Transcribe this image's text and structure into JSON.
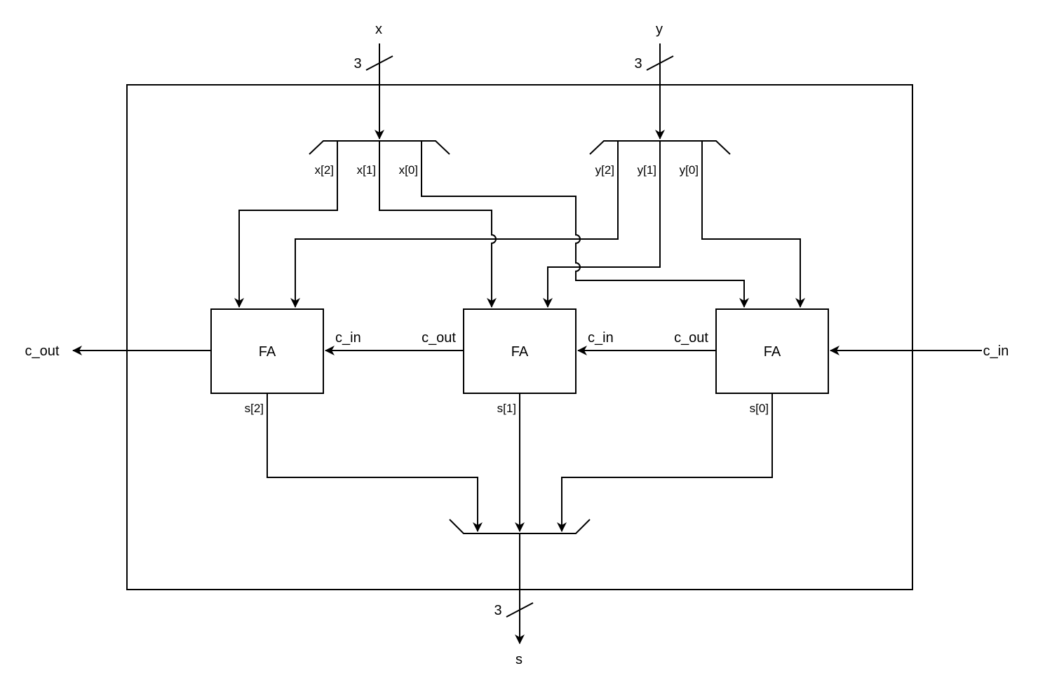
{
  "diagram": {
    "colors": {
      "stroke": "#000000",
      "background": "#ffffff",
      "text": "#000000"
    },
    "inputs": {
      "x": {
        "label": "x",
        "width": "3"
      },
      "y": {
        "label": "y",
        "width": "3"
      },
      "cin": {
        "label": "c_in"
      }
    },
    "outputs": {
      "s": {
        "label": "s",
        "width": "3"
      },
      "cout": {
        "label": "c_out"
      }
    },
    "x_bits": [
      "x[2]",
      "x[1]",
      "x[0]"
    ],
    "y_bits": [
      "y[2]",
      "y[1]",
      "y[0]"
    ],
    "s_bits": [
      "s[2]",
      "s[1]",
      "s[0]"
    ],
    "adders": [
      {
        "label": "FA",
        "cin_label": "c_in"
      },
      {
        "label": "FA",
        "cin_label": "c_in",
        "cout_label": "c_out"
      },
      {
        "label": "FA",
        "cout_label": "c_out"
      }
    ]
  }
}
